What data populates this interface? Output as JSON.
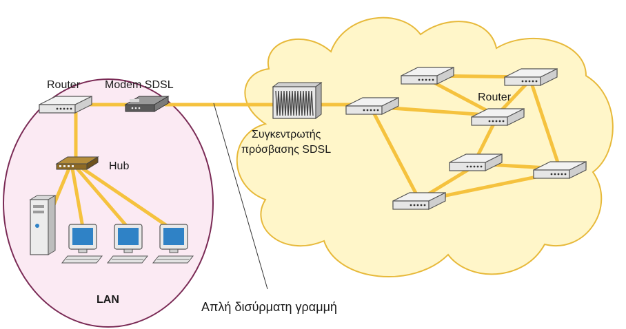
{
  "labels": {
    "router_lan": "Router",
    "modem": "Modem SDSL",
    "hub": "Hub",
    "lan": "LAN",
    "concentrator_line1": "Συγκεντρωτής",
    "concentrator_line2": "πρόσβασης SDSL",
    "router_cloud": "Router",
    "line": "Απλή δισύρματη γραμμή"
  },
  "colors": {
    "link": "#f5c23e",
    "cloud_fill": "#fff6c9",
    "cloud_stroke": "#e7b93a",
    "lan_fill": "#fbeaf3",
    "lan_stroke": "#7a2a55"
  }
}
